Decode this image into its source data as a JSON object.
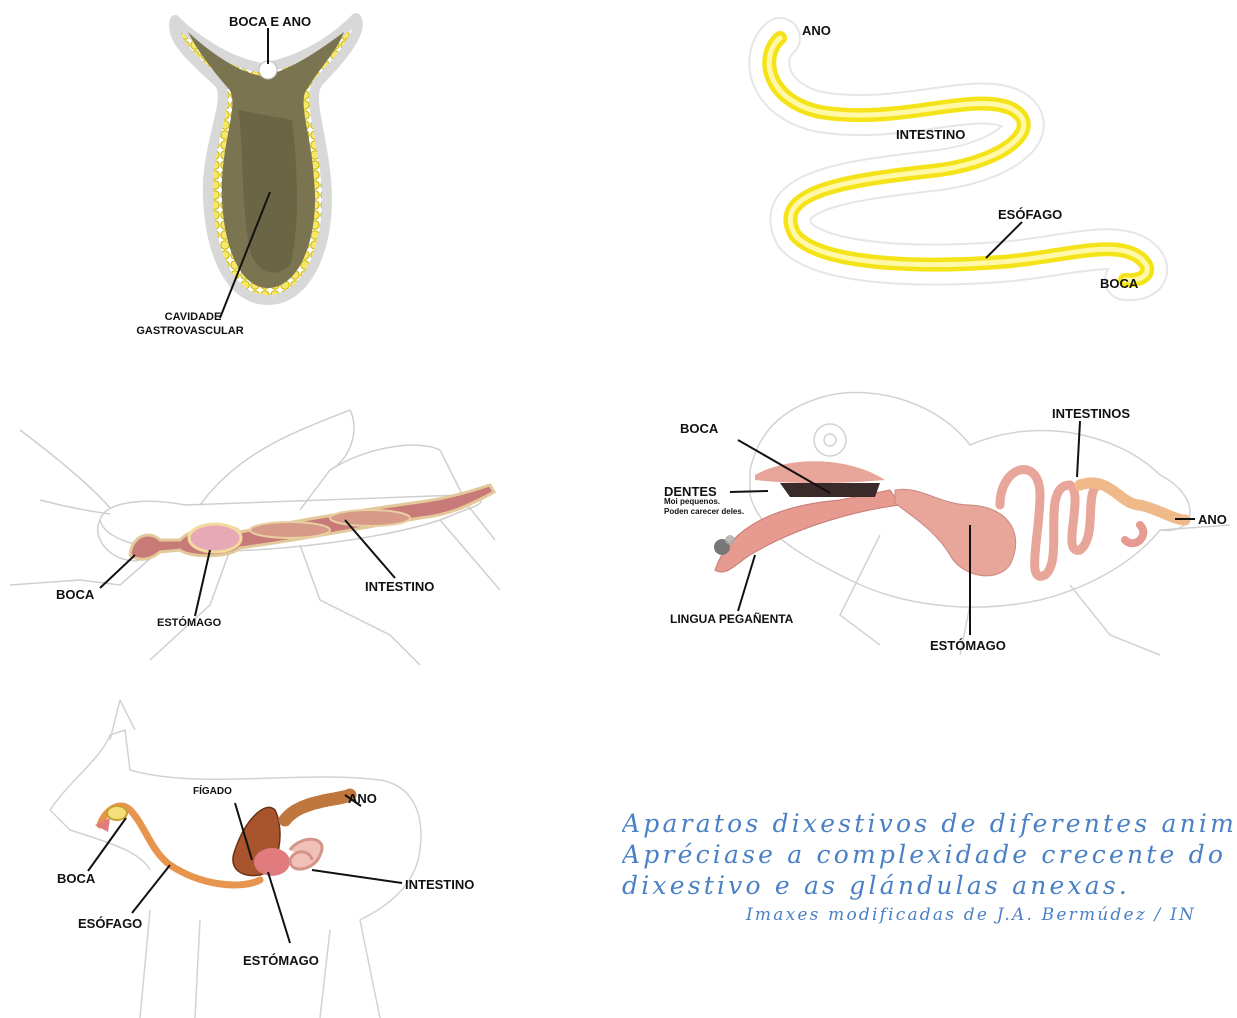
{
  "flatworm": {
    "top_label": "BOCA E ANO",
    "cavity_label_1": "CAVIDADE",
    "cavity_label_2": "GASTROVASCULAR"
  },
  "earthworm": {
    "anus": "ANO",
    "intestine": "INTESTINO",
    "esophagus": "ESÓFAGO",
    "mouth": "BOCA"
  },
  "grasshopper": {
    "mouth": "BOCA",
    "stomach": "ESTÓMAGO",
    "intestine": "INTESTINO"
  },
  "chameleon": {
    "mouth": "BOCA",
    "teeth": "DENTES",
    "teeth_note_1": "Moi pequenos.",
    "teeth_note_2": "Poden carecer deles.",
    "tongue": "LINGUA PEGAÑENTA",
    "intestines": "INTESTINOS",
    "anus": "ANO",
    "stomach": "ESTÓMAGO"
  },
  "dog": {
    "liver": "FÍGADO",
    "anus": "ANO",
    "mouth": "BOCA",
    "intestine": "INTESTINO",
    "esophagus": "ESÓFAGO",
    "stomach": "ESTÓMAGO"
  },
  "caption": {
    "line1": "Aparatos dixestivos de diferentes anima",
    "line2": "Apréciase a complexidade crecente do tu",
    "line3": "dixestivo e as glándulas anexas.",
    "credit": "Imaxes modificadas de J.A. Bermúdez / IN"
  },
  "colors": {
    "caption": "#4a80c4",
    "yellow": "#f5e31a",
    "gut_pink": "#e8a59a",
    "flatworm_body": "#7a7550"
  }
}
